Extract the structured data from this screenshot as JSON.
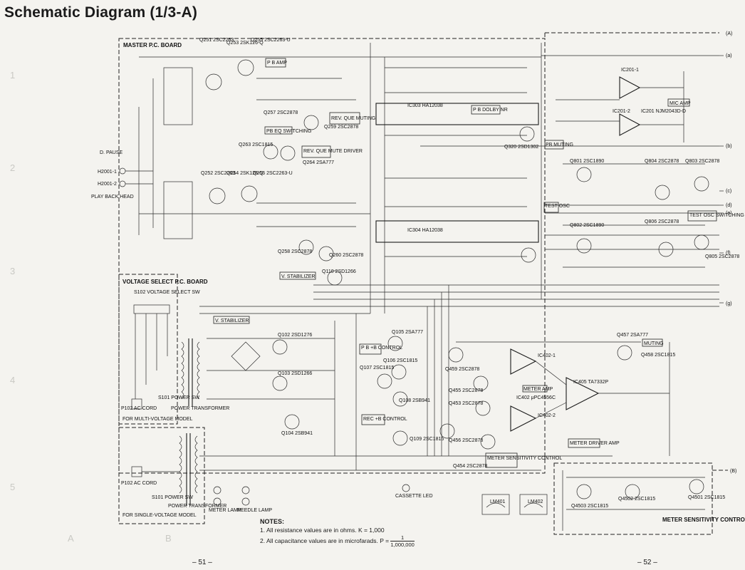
{
  "title": "Schematic Diagram (1/3-A)",
  "boards": {
    "master": "MASTER P.C. BOARD",
    "voltage_select": "VOLTAGE SELECT P.C. BOARD",
    "meter_sensitivity": "METER SENSITIVITY CONTROL P.C. BOARD"
  },
  "blocks": [
    {
      "id": "pb-amp",
      "text": "P B AMP"
    },
    {
      "id": "pb-eq-switching",
      "text": "PB EQ SWITCHING"
    },
    {
      "id": "rev-que-muting",
      "text": "REV. QUE MUTING"
    },
    {
      "id": "rev-que-mute-driver",
      "text": "REV. QUE MUTE DRIVER"
    },
    {
      "id": "pb-dolby-nr",
      "text": "P B DOLBY NR"
    },
    {
      "id": "mic-amp",
      "text": "MIC AMP"
    },
    {
      "id": "pb-muting",
      "text": "PB MUTING"
    },
    {
      "id": "test-osc-switching",
      "text": "TEST OSC SWITCHING"
    },
    {
      "id": "test-osc",
      "text": "TEST OSC"
    },
    {
      "id": "v-stabilizer-1",
      "text": "V. STABILIZER"
    },
    {
      "id": "v-stabilizer-2",
      "text": "V. STABILIZER"
    },
    {
      "id": "pb-b-control",
      "text": "P B +B CONTROL"
    },
    {
      "id": "rec-b-control",
      "text": "REC +B CONTROL"
    },
    {
      "id": "meter-amp",
      "text": "METER AMP"
    },
    {
      "id": "meter-driver-amp",
      "text": "METER DRIVER AMP"
    },
    {
      "id": "meter-sensitivity-control",
      "text": "METER SENSITIVITY CONTROL"
    },
    {
      "id": "muting",
      "text": "MUTING"
    }
  ],
  "components": {
    "q251": "Q251 2SC2263",
    "q253": "Q253 2SK126-Q",
    "q255": "Q255 2SC2263-U",
    "q257": "Q257 2SC2878",
    "q259": "Q259 2SC2878",
    "q263": "Q263 2SC1815",
    "q264": "Q264 2SA777",
    "q252": "Q252 2SC2263",
    "q254": "Q254 2SK126-Q",
    "q256": "Q256 2SC2263-U",
    "q258": "Q258 2SC2878",
    "q260": "Q260 2SC2878",
    "ic303": "IC303 HA12038",
    "ic304": "IC304 HA12038",
    "q320": "Q320 2SD1302",
    "ic201_1": "IC201-1",
    "ic201_2": "IC201-2",
    "ic201": "IC201 NJM2043D-D",
    "q801": "Q801 2SC1890",
    "q802": "Q802 2SC1890",
    "q803": "Q803 2SC2878",
    "q804": "Q804 2SC2878",
    "q805": "Q805 2SC2878",
    "q806": "Q806 2SC2878",
    "q110": "Q110 2SD1266",
    "q102": "Q102 2SD1276",
    "q103": "Q103 2SD1266",
    "q104": "Q104 2SB941",
    "q105": "Q105 2SA777",
    "q106": "Q106 2SC1815",
    "q107": "Q107 2SC1815",
    "q108": "Q108 2SB941",
    "q109": "Q109 2SC1815",
    "ic402_1": "IC402-1",
    "ic402_2": "IC402-2",
    "ic402": "IC402 μPC4556C",
    "ic405": "IC405 TA7332P",
    "q453": "Q453 2SC2878",
    "q454": "Q454 2SC2878",
    "q455": "Q455 2SC2878",
    "q456": "Q456 2SC2878",
    "q457": "Q457 2SA777",
    "q458": "Q458 2SC1815",
    "q459": "Q459 2SC2878",
    "q4501": "Q4501 2SC1815",
    "q4502": "Q4502 2SC1815",
    "q4503": "Q4503 2SC1815",
    "lm401": "LM401",
    "lm402": "LM402"
  },
  "side_labels": {
    "play_back_head": "PLAY BACK HEAD",
    "h2001": "H2001-1",
    "h2002": "H2001-2",
    "pause": "D. PAUSE",
    "s102": "S102 VOLTAGE SELECT SW",
    "power_transformer": "POWER TRANSFORMER",
    "ac_cord": "P102 AC CORD",
    "power_sw": "S101 POWER SW",
    "multi_voltage": "FOR MULTI-VOLTAGE MODEL",
    "single_voltage": "FOR SINGLE-VOLTAGE MODEL",
    "meter_lamp": "METER LAMP",
    "needle_lamp": "NEEDLE LAMP",
    "cassette_led": "CASSETTE LED"
  },
  "connectors": [
    "(A)",
    "(a)",
    "(b)",
    "(c)",
    "(d)",
    "(e)",
    "(f)",
    "(g)",
    "(B)"
  ],
  "notes": {
    "heading": "NOTES:",
    "note1": "1.  All resistance values are in ohms.  K = 1,000",
    "note2": "2.  All capacitance values are in microfarads.  P =",
    "frac_top": "1",
    "frac_bottom": "1,000,000"
  },
  "pages": {
    "left": "– 51 –",
    "right": "– 52 –"
  }
}
